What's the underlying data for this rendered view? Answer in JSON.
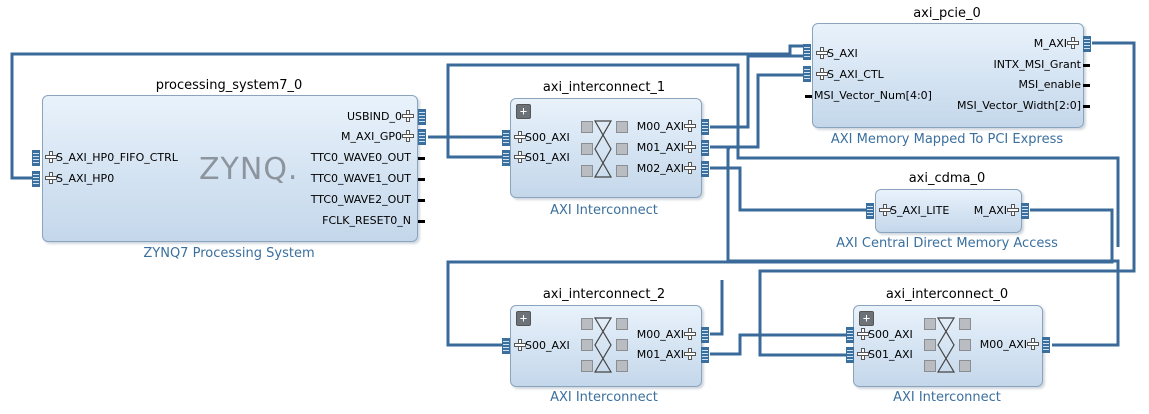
{
  "processing_system": {
    "instance": "processing_system7_0",
    "subtitle": "ZYNQ7 Processing System",
    "logo_text": "ZYNQ.",
    "ports_left": [
      "S_AXI_HP0_FIFO_CTRL",
      "S_AXI_HP0"
    ],
    "ports_right": [
      "USBIND_0",
      "M_AXI_GP0",
      "TTC0_WAVE0_OUT",
      "TTC0_WAVE1_OUT",
      "TTC0_WAVE2_OUT",
      "FCLK_RESET0_N"
    ]
  },
  "interconnect_1": {
    "instance": "axi_interconnect_1",
    "subtitle": "AXI Interconnect",
    "ports_left": [
      "S00_AXI",
      "S01_AXI"
    ],
    "ports_right": [
      "M00_AXI",
      "M01_AXI",
      "M02_AXI"
    ]
  },
  "interconnect_2": {
    "instance": "axi_interconnect_2",
    "subtitle": "AXI Interconnect",
    "ports_left": [
      "S00_AXI"
    ],
    "ports_right": [
      "M00_AXI",
      "M01_AXI"
    ]
  },
  "interconnect_0": {
    "instance": "axi_interconnect_0",
    "subtitle": "AXI Interconnect",
    "ports_left": [
      "S00_AXI",
      "S01_AXI"
    ],
    "ports_right": [
      "M00_AXI"
    ]
  },
  "pcie": {
    "instance": "axi_pcie_0",
    "subtitle": "AXI Memory Mapped To PCI Express",
    "ports_left": [
      "S_AXI",
      "S_AXI_CTL",
      "MSI_Vector_Num[4:0]"
    ],
    "ports_right": [
      "M_AXI",
      "INTX_MSI_Grant",
      "MSI_enable",
      "MSI_Vector_Width[2:0]"
    ]
  },
  "cdma": {
    "instance": "axi_cdma_0",
    "subtitle": "AXI Central Direct Memory Access",
    "ports_left": [
      "S_AXI_LITE"
    ],
    "ports_right": [
      "M_AXI"
    ]
  },
  "expand_symbol": "+",
  "colors": {
    "wire": "#3a6a99",
    "block_border": "#8aa4be",
    "subtitle": "#3a6f9e"
  }
}
